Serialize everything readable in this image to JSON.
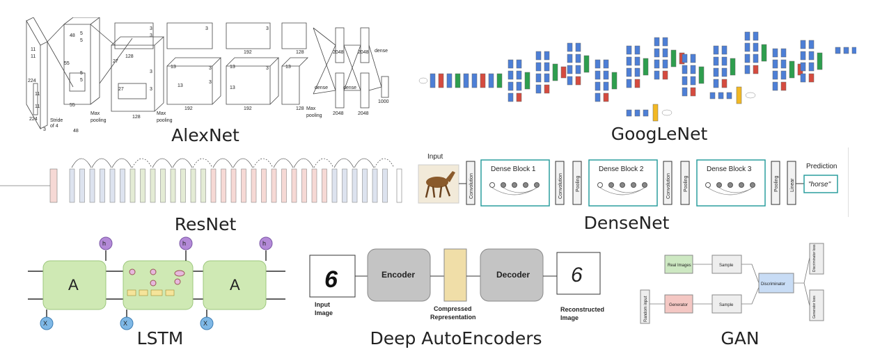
{
  "captions": {
    "alexnet": "AlexNet",
    "googlenet": "GoogLeNet",
    "resnet": "ResNet",
    "densenet": "DenseNet",
    "lstm": "LSTM",
    "autoencoders": "Deep AutoEncoders",
    "gan": "GAN"
  },
  "alexnet": {
    "dims": [
      "11",
      "11",
      "224",
      "224",
      "5",
      "5",
      "48",
      "55",
      "3",
      "3",
      "27",
      "27",
      "128",
      "128",
      "192",
      "192",
      "13",
      "13",
      "2048",
      "2048",
      "dense",
      "dense",
      "dense",
      "1000",
      "3",
      "Stride of 4",
      "Max pooling",
      "Max pooling",
      "Max pooling",
      "55",
      "48",
      "13",
      "192"
    ]
  },
  "densenet": {
    "input": "Input",
    "prediction": "Prediction",
    "label": "\"horse\"",
    "block1": "Dense Block 1",
    "block2": "Dense Block 2",
    "block3": "Dense Block 3",
    "convolution": "Convolution",
    "pooling": "Pooling",
    "linear": "Linear"
  },
  "lstm": {
    "cell": "A",
    "h_prev": "h",
    "x": "X"
  },
  "autoencoder": {
    "input_label": "Input\nImage",
    "encoder": "Encoder",
    "decoder": "Decoder",
    "compressed": "Compressed\nRepresentation",
    "reconstructed": "Reconstructed\nImage",
    "digit": "6"
  },
  "gan": {
    "real_images": "Real Images",
    "sample": "Sample",
    "random_input": "Random input",
    "generator": "Generator",
    "discriminator": "Discriminator",
    "disc_loss": "Discriminator loss",
    "gen_loss": "Generator loss"
  },
  "colors": {
    "google_blue": "#4d7fd6",
    "google_green": "#2e9e4e",
    "google_red": "#d54b3f",
    "google_yellow": "#f2b824",
    "lstm_green": "#cfe9b4",
    "encoder_gray": "#c4c4c4",
    "latent": "#f0dea8",
    "dense_teal": "#2a9d9d",
    "gan_green": "#cde8c2",
    "gan_red": "#f4c7c3",
    "gan_blue": "#c8dcf5"
  }
}
